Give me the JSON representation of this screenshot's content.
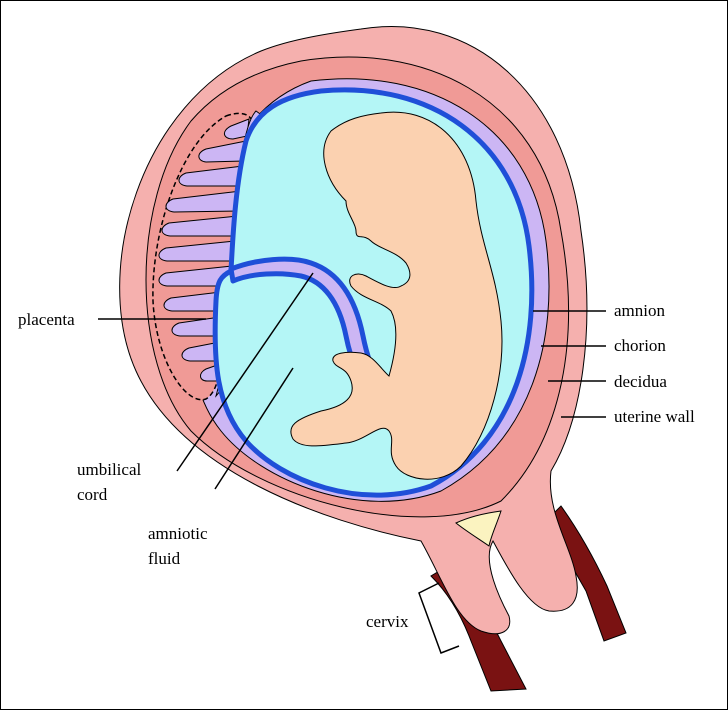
{
  "labels": {
    "placenta": "placenta",
    "amnion": "amnion",
    "chorion": "chorion",
    "decidua": "decidua",
    "uterine_wall": "uterine wall",
    "umbilical_line1": "umbilical",
    "umbilical_line2": "cord",
    "amniotic_line1": "amniotic",
    "amniotic_line2": "fluid",
    "cervix": "cervix"
  },
  "colors": {
    "uterine_wall": "#f5b0ae",
    "decidua": "#f09a96",
    "chorion": "#ccb6f4",
    "amnion": "#1f4fd8",
    "amniotic_fluid": "#b4f6f6",
    "embryo": "#fbd1b0",
    "vessel": "#7a1212",
    "mucus_plug": "#fbf3c0"
  }
}
